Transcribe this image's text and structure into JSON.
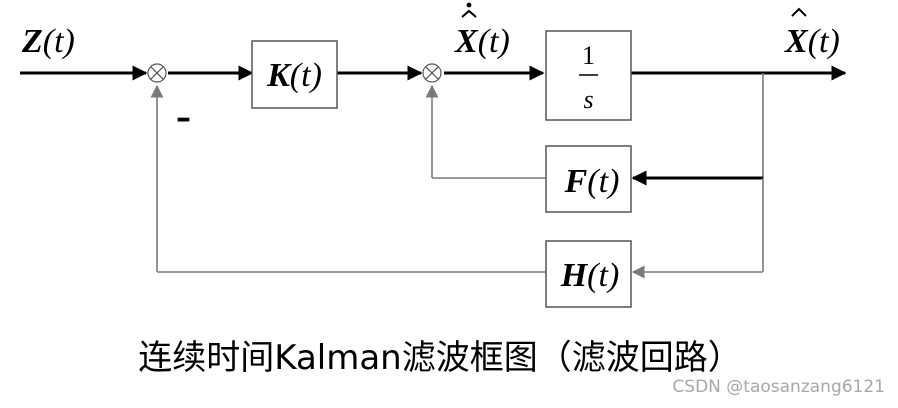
{
  "input_signal": {
    "symbol": "Z",
    "arg": "(t)"
  },
  "gain_block": {
    "symbol": "K",
    "arg": "(t)"
  },
  "derivative_signal": {
    "symbol": "X",
    "arg": "(t)",
    "accent": "dot-hat"
  },
  "integrator_block": {
    "numerator": "1",
    "denominator": "s"
  },
  "output_signal": {
    "symbol": "X",
    "arg": "(t)",
    "accent": "hat"
  },
  "feedback_block_f": {
    "symbol": "F",
    "arg": "(t)"
  },
  "feedback_block_h": {
    "symbol": "H",
    "arg": "(t)"
  },
  "summing_junction_1": {
    "sign": "–"
  },
  "caption": "连续时间Kalman滤波框图（滤波回路）",
  "watermark": "CSDN @taosanzang6121",
  "colors": {
    "main_wire": "#000000",
    "feedback_wire": "#7a7a7a",
    "block_border": "#555555",
    "watermark": "#a8a8a8"
  }
}
